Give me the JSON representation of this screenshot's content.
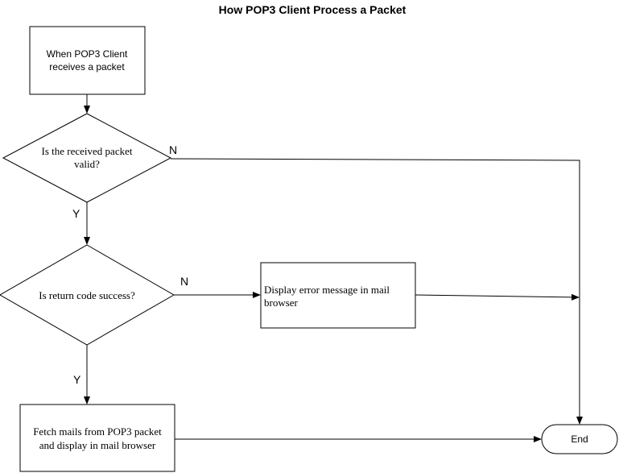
{
  "diagram": {
    "title": "How POP3 Client Process a Packet",
    "nodes": {
      "start": {
        "shape": "rectangle",
        "lines": [
          "When POP3 Client",
          "receives a packet"
        ]
      },
      "valid_check": {
        "shape": "diamond",
        "lines": [
          "Is the received packet",
          "valid?"
        ]
      },
      "code_check": {
        "shape": "diamond",
        "lines": [
          "Is return code success?"
        ]
      },
      "error_box": {
        "shape": "rectangle",
        "lines": [
          "Display error message in mail",
          "browser"
        ]
      },
      "fetch_box": {
        "shape": "rectangle",
        "lines": [
          "Fetch mails from POP3 packet",
          "and display in mail browser"
        ]
      },
      "end": {
        "shape": "terminator",
        "lines": [
          "End"
        ]
      }
    },
    "edge_labels": {
      "valid_no": "N",
      "valid_yes": "Y",
      "code_no": "N",
      "code_yes": "Y"
    }
  }
}
